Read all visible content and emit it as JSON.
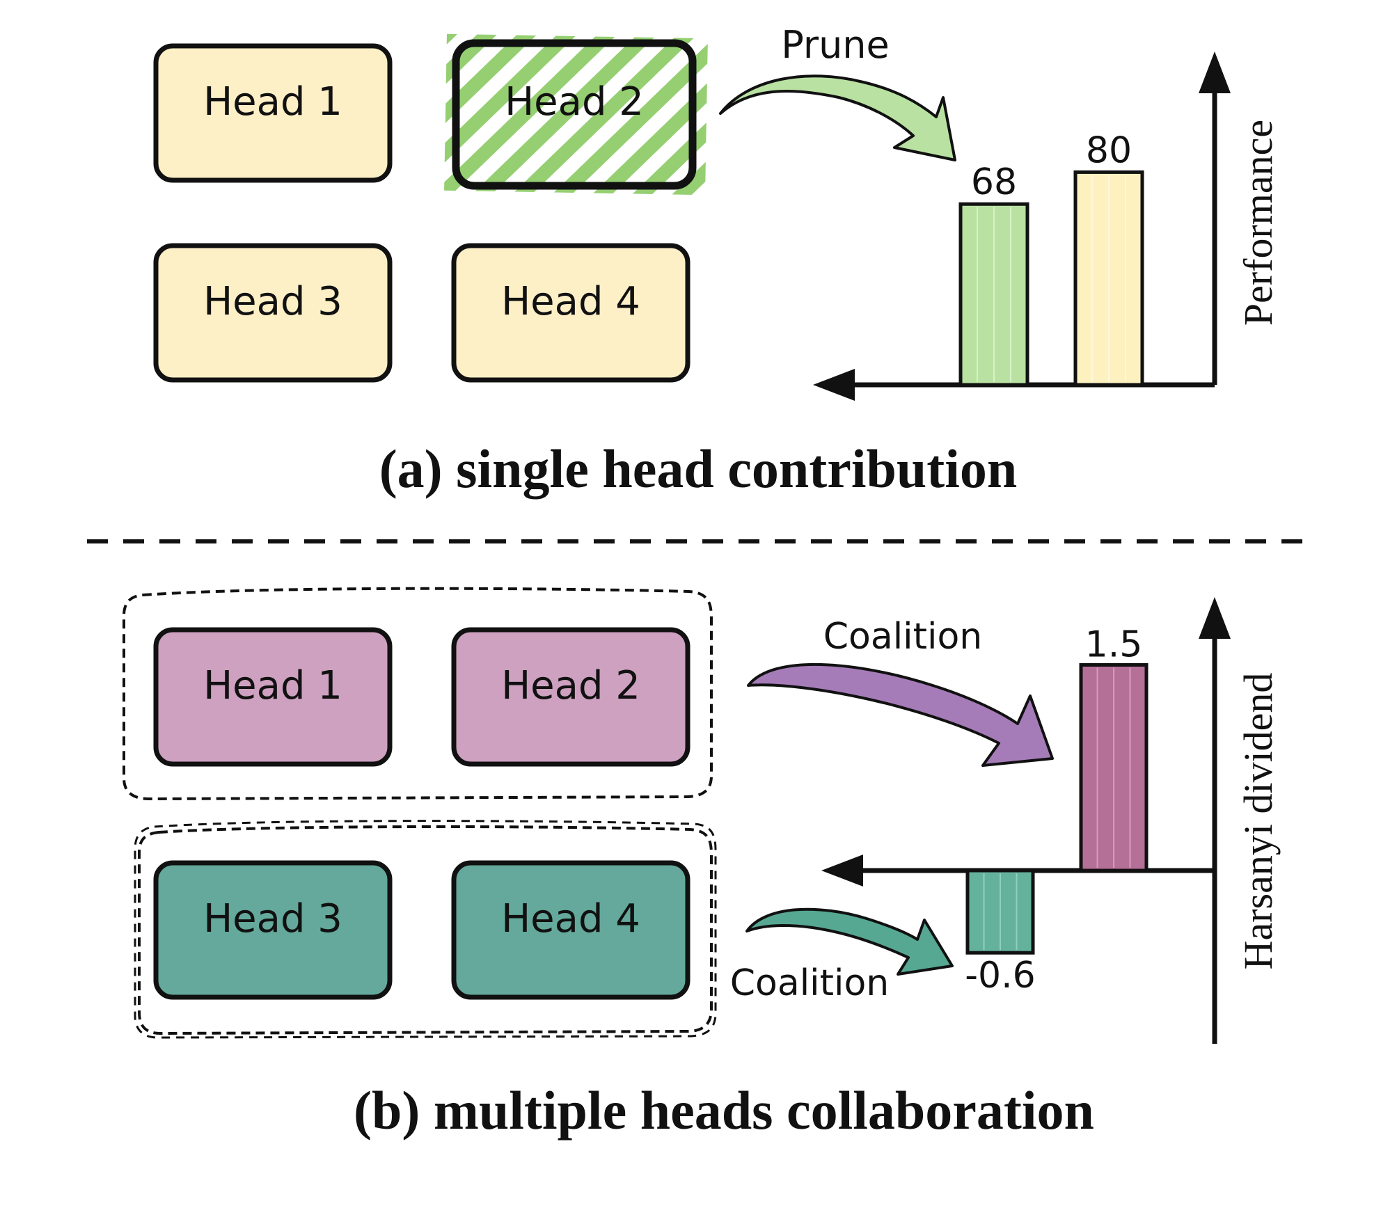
{
  "panel_a": {
    "caption": "(a)  single head contribution",
    "heads": [
      {
        "label": "Head 1",
        "pruned": false
      },
      {
        "label": "Head 2",
        "pruned": true
      },
      {
        "label": "Head 3",
        "pruned": false
      },
      {
        "label": "Head 4",
        "pruned": false
      }
    ],
    "arrow_label": "Prune",
    "axis_label": "Performance",
    "bar_values": [
      "68",
      "80"
    ]
  },
  "panel_b": {
    "caption": "(b)  multiple heads collaboration",
    "heads": [
      {
        "label": "Head 1"
      },
      {
        "label": "Head 2"
      },
      {
        "label": "Head 3"
      },
      {
        "label": "Head 4"
      }
    ],
    "arrow_labels": [
      "Coalition",
      "Coalition"
    ],
    "axis_label": "Harsanyi  dividend",
    "bar_values": [
      "1.5",
      "-0.6"
    ]
  },
  "colors": {
    "head_default": "#fdefc6",
    "pruned_hatch": "#8fcc6a",
    "bar_green": "#b9e2a2",
    "bar_yellow": "#fdf1bf",
    "purple_head": "#cda1bf",
    "teal_head": "#64a99b",
    "bar_purple": "#b57098",
    "bar_teal": "#65b29c",
    "arrow_green": "#b9e2a2",
    "arrow_purple": "#a57cb8",
    "arrow_teal": "#56a893"
  },
  "chart_data": [
    {
      "type": "bar",
      "categories": [
        "",
        ""
      ],
      "values": [
        68,
        80
      ],
      "ylabel": "Performance",
      "data_labels": [
        "68",
        "80"
      ]
    },
    {
      "type": "bar",
      "categories": [
        "",
        ""
      ],
      "values": [
        1.5,
        -0.6
      ],
      "ylabel": "Harsanyi  dividend",
      "data_labels": [
        "1.5",
        "-0.6"
      ]
    }
  ]
}
